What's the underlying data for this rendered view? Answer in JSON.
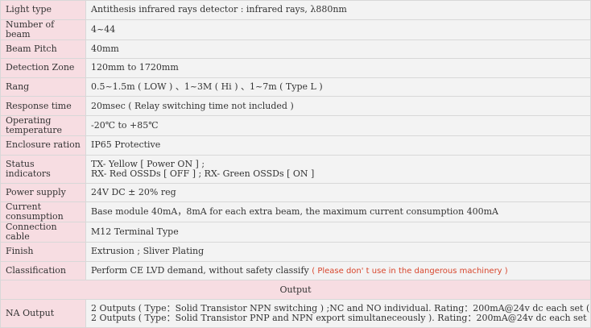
{
  "rows": [
    {
      "label": "Light type",
      "value": "Antithesis infrared rays detector : infrared rays, λ880nm"
    },
    {
      "label": "Number of beam",
      "value": "4~44"
    },
    {
      "label": "Beam Pitch",
      "value": "40mm"
    },
    {
      "label": "Detection Zone",
      "value": "120mm to 1720mm"
    },
    {
      "label": "Rang",
      "value": "0.5~1.5m ( LOW ) 、1~3M ( Hi ) 、1~7m ( Type L )"
    },
    {
      "label": "Response time",
      "value": "20msec ( Relay switching time not included )"
    },
    {
      "label": "Operating temperature",
      "value": "-20℃ to +85℃"
    },
    {
      "label": "Enclosure ration",
      "value": "IP65 Protective"
    },
    {
      "label": "Status indicators",
      "value_line1": "TX- Yellow [ Power ON ] ;",
      "value_line2": "RX- Red OSSDs [ OFF ] ; RX- Green OSSDs [ ON ]"
    },
    {
      "label": "Power supply",
      "value": "24V DC ± 20% reg"
    },
    {
      "label": "Current consumption",
      "value": "Base module 40mA，8mA for each extra beam, the maximum current consumption 400mA"
    },
    {
      "label": "Connection cable",
      "value": "M12 Terminal Type"
    },
    {
      "label": "Finish",
      "value": "Extrusion ; Sliver Plating"
    },
    {
      "label": "Classification",
      "value": "Perform CE LVD demand, without safety classify ",
      "warning": "( Please don' t use in the dangerous machinery )"
    }
  ],
  "output_section": {
    "title": "Output",
    "label": "NA Output",
    "line1": "2 Outputs ( Type：Solid Transistor NPN switching ) ;NC and NO individual. Rating：200mA@24v dc each set (Standard)",
    "line2": "2 Outputs ( Type：Solid Transistor PNP and NPN export simultaneceously ). Rating：200mA@24v dc each set (Optional)"
  }
}
